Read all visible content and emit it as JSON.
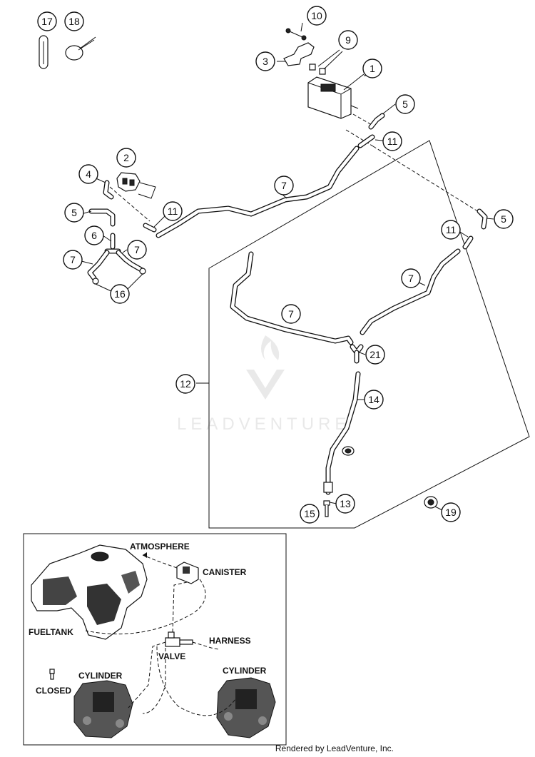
{
  "callouts": [
    "17",
    "18",
    "10",
    "9",
    "3",
    "1",
    "5",
    "11",
    "2",
    "4",
    "7",
    "11",
    "5",
    "6",
    "7",
    "7",
    "16",
    "5",
    "11",
    "7",
    "7",
    "12",
    "21",
    "14",
    "13",
    "15",
    "19"
  ],
  "schematic_labels": {
    "atmosphere": "ATMOSPHERE",
    "canister": "CANISTER",
    "fueltank": "FUELTANK",
    "harness": "HARNESS",
    "valve": "VALVE",
    "closed": "CLOSED",
    "cylinder_left": "CYLINDER",
    "cylinder_right": "CYLINDER"
  },
  "watermark": "LEADVENTURE",
  "footer": "Rendered by LeadVenture, Inc."
}
